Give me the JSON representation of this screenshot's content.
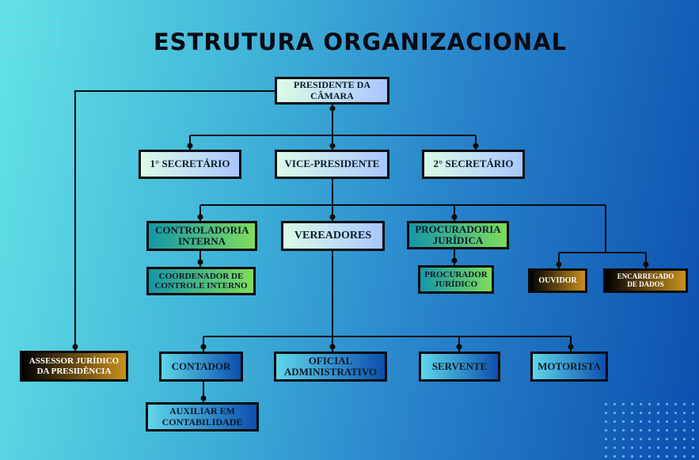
{
  "title": "ESTRUTURA ORGANIZACIONAL",
  "nodes": {
    "presidente": "PRESIDENTE DA CÂMARA",
    "secretario1": "1° SECRETÁRIO",
    "vice": "VICE-PRESIDENTE",
    "secretario2": "2° SECRETÁRIO",
    "controladoria": "CONTROLADORIA INTERNA",
    "vereadores": "VEREADORES",
    "procuradoria": "PROCURADORIA JURÍDICA",
    "coordenador": "COORDENADOR DE CONTROLE INTERNO",
    "procurador": "PROCURADOR JURÍDICO",
    "ouvidor": "OUVIDOR",
    "encarregado": "ENCARREGADO DE DADOS",
    "assessor": "ASSESSOR JURÍDICO DA PRESIDÊNCIA",
    "contador": "CONTADOR",
    "oficial": "OFICIAL ADMINISTRATIVO",
    "servente": "SERVENTE",
    "motorista": "MOTORISTA",
    "auxiliar": "AUXILIAR EM CONTABILIDADE"
  }
}
